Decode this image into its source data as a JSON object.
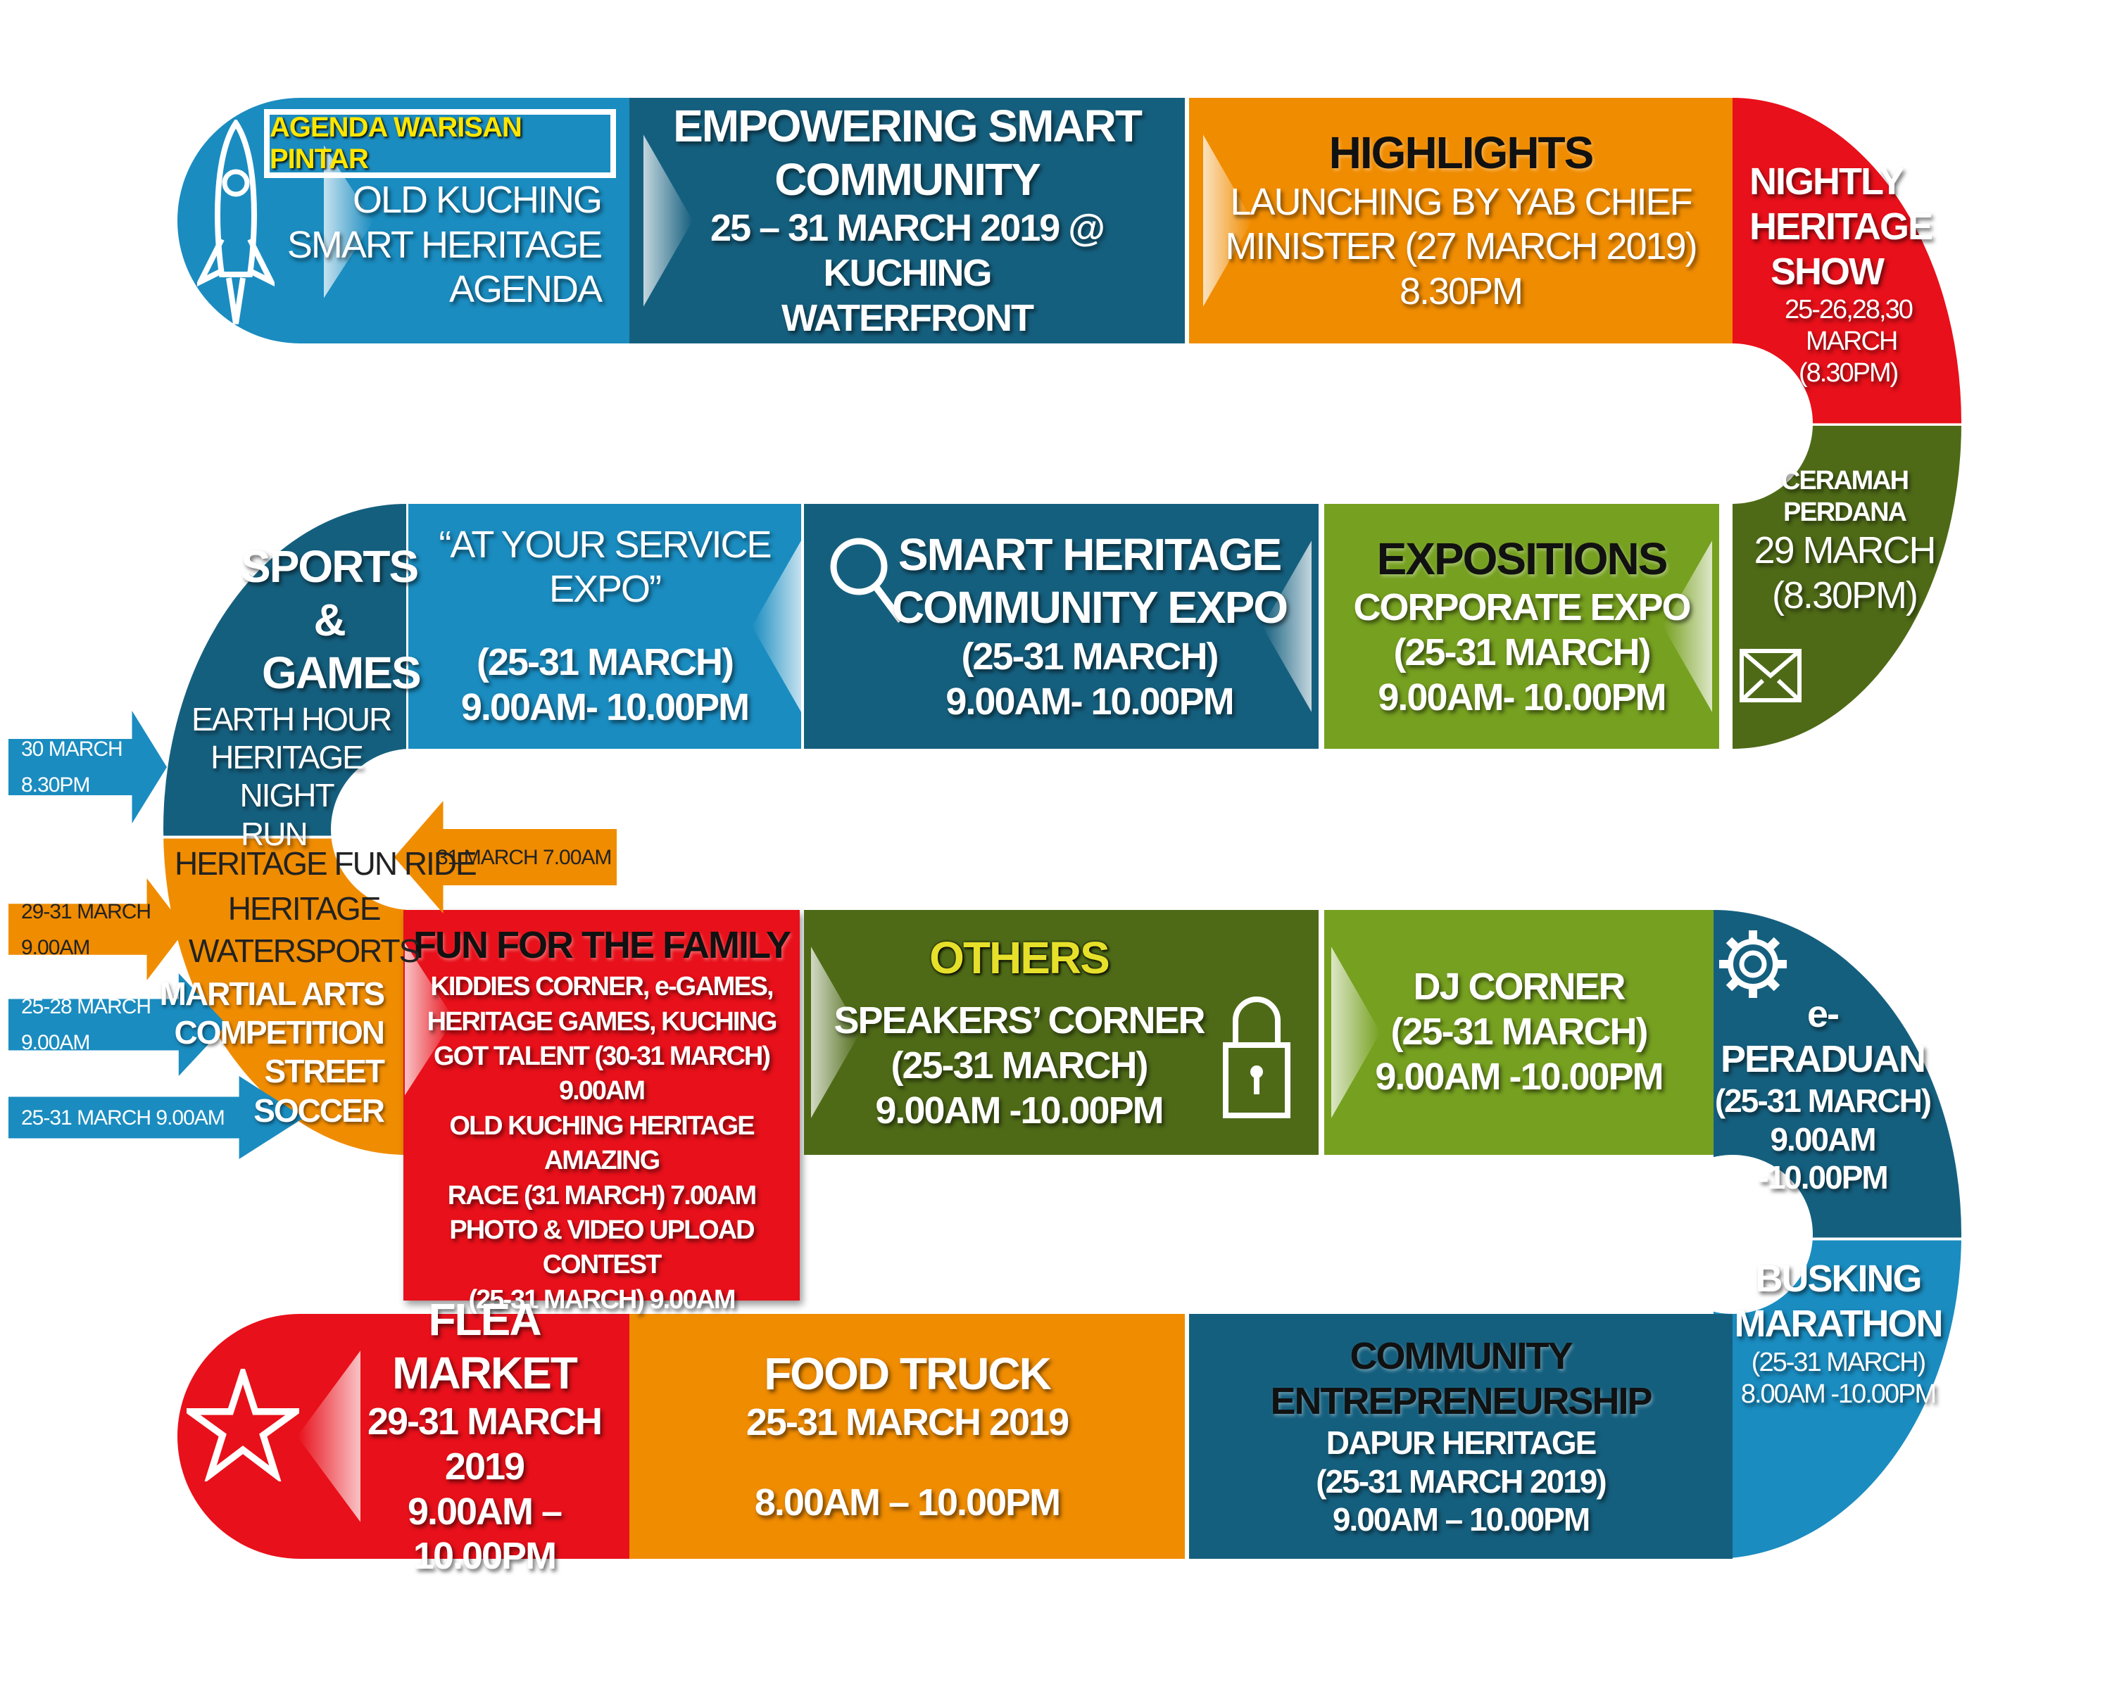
{
  "row1": {
    "agenda_badge": "AGENDA WARISAN PINTAR",
    "intro": [
      "OLD KUCHING",
      "SMART HERITAGE",
      "AGENDA"
    ],
    "empowering": {
      "title": [
        "EMPOWERING SMART",
        "COMMUNITY"
      ],
      "lines": [
        "25 – 31 MARCH 2019 @ KUCHING",
        "WATERFRONT"
      ]
    },
    "highlights": {
      "title": "HIGHLIGHTS",
      "lines": [
        "LAUNCHING BY YAB CHIEF",
        "MINISTER (27 MARCH 2019)",
        "8.30PM"
      ]
    },
    "nightly": {
      "title": [
        "NIGHTLY",
        "HERITAGE",
        "SHOW"
      ],
      "lines": [
        "25-26,28,30",
        "MARCH",
        "(8.30PM)"
      ]
    }
  },
  "row2": {
    "ceramah": {
      "title": [
        "CERAMAH",
        "PERDANA"
      ],
      "lines": [
        "29 MARCH",
        "(8.30PM)"
      ]
    },
    "expositions": {
      "title": "EXPOSITIONS",
      "lines": [
        "CORPORATE  EXPO",
        "(25-31 MARCH)",
        "9.00AM- 10.00PM"
      ]
    },
    "smart_expo": {
      "title": [
        "SMART HERITAGE",
        "COMMUNITY EXPO"
      ],
      "lines": [
        "(25-31 MARCH)",
        "9.00AM- 10.00PM"
      ]
    },
    "service_expo": {
      "title": "“AT YOUR SERVICE EXPO”",
      "lines": [
        "(25-31 MARCH)",
        "9.00AM- 10.00PM"
      ]
    },
    "sports": {
      "title": [
        "SPORTS &",
        "GAMES"
      ],
      "lines": [
        "EARTH HOUR",
        "HERITAGE NIGHT",
        "RUN"
      ]
    }
  },
  "left_turn": {
    "fun_ride": "HERITAGE FUN RIDE",
    "watersports": [
      "HERITAGE",
      "WATERSPORTS"
    ],
    "martial": [
      "MARTIAL ARTS",
      "COMPETITION"
    ],
    "soccer": [
      "STREET",
      "SOCCER"
    ]
  },
  "arrows": {
    "earth_hour": [
      "30 MARCH",
      "8.30PM"
    ],
    "fun_ride": "31 MARCH 7.00AM",
    "watersports": [
      "29-31 MARCH",
      "9.00AM"
    ],
    "martial": [
      "25-28 MARCH",
      "9.00AM"
    ],
    "soccer": "25-31 MARCH 9.00AM"
  },
  "row3": {
    "family": {
      "title": "FUN FOR THE FAMILY",
      "lines": [
        "KIDDIES CORNER, e-GAMES,",
        "HERITAGE GAMES, KUCHING",
        "GOT TALENT (30-31 MARCH)",
        "9.00AM"
      ],
      "lines2": [
        "OLD KUCHING HERITAGE AMAZING",
        "RACE (31 MARCH) 7.00AM",
        "PHOTO & VIDEO UPLOAD CONTEST",
        "(25-31 MARCH) 9.00AM"
      ]
    },
    "others": {
      "title": "OTHERS",
      "lines": [
        "SPEAKERS’ CORNER",
        "(25-31 MARCH)",
        "9.00AM -10.00PM"
      ]
    },
    "dj": {
      "title": "DJ CORNER",
      "lines": [
        "(25-31 MARCH)",
        "9.00AM -10.00PM"
      ]
    },
    "eperaduan": {
      "title": "e-PERADUAN",
      "lines": [
        "(25-31 MARCH)",
        "9.00AM -10.00PM"
      ]
    }
  },
  "row4": {
    "busking": {
      "title": [
        "BUSKING",
        "MARATHON"
      ],
      "lines": [
        "(25-31 MARCH)",
        "8.00AM -10.00PM"
      ]
    },
    "community": {
      "title": [
        "COMMUNITY",
        "ENTREPRENEURSHIP"
      ],
      "lines": [
        "DAPUR HERITAGE",
        "(25-31 MARCH 2019)",
        "9.00AM – 10.00PM"
      ]
    },
    "food": {
      "title": "FOOD TRUCK",
      "lines": [
        "25-31 MARCH 2019",
        "8.00AM – 10.00PM"
      ]
    },
    "flea": {
      "title": "FLEA MARKET",
      "lines": [
        "29-31 MARCH 2019",
        "9.00AM – 10.00PM"
      ]
    }
  },
  "colors": {
    "light_blue": "#1a8cc0",
    "dark_blue": "#155f7e",
    "orange": "#f08c00",
    "red": "#e8101a",
    "dark_green": "#4e6a17",
    "light_green": "#76a020"
  }
}
